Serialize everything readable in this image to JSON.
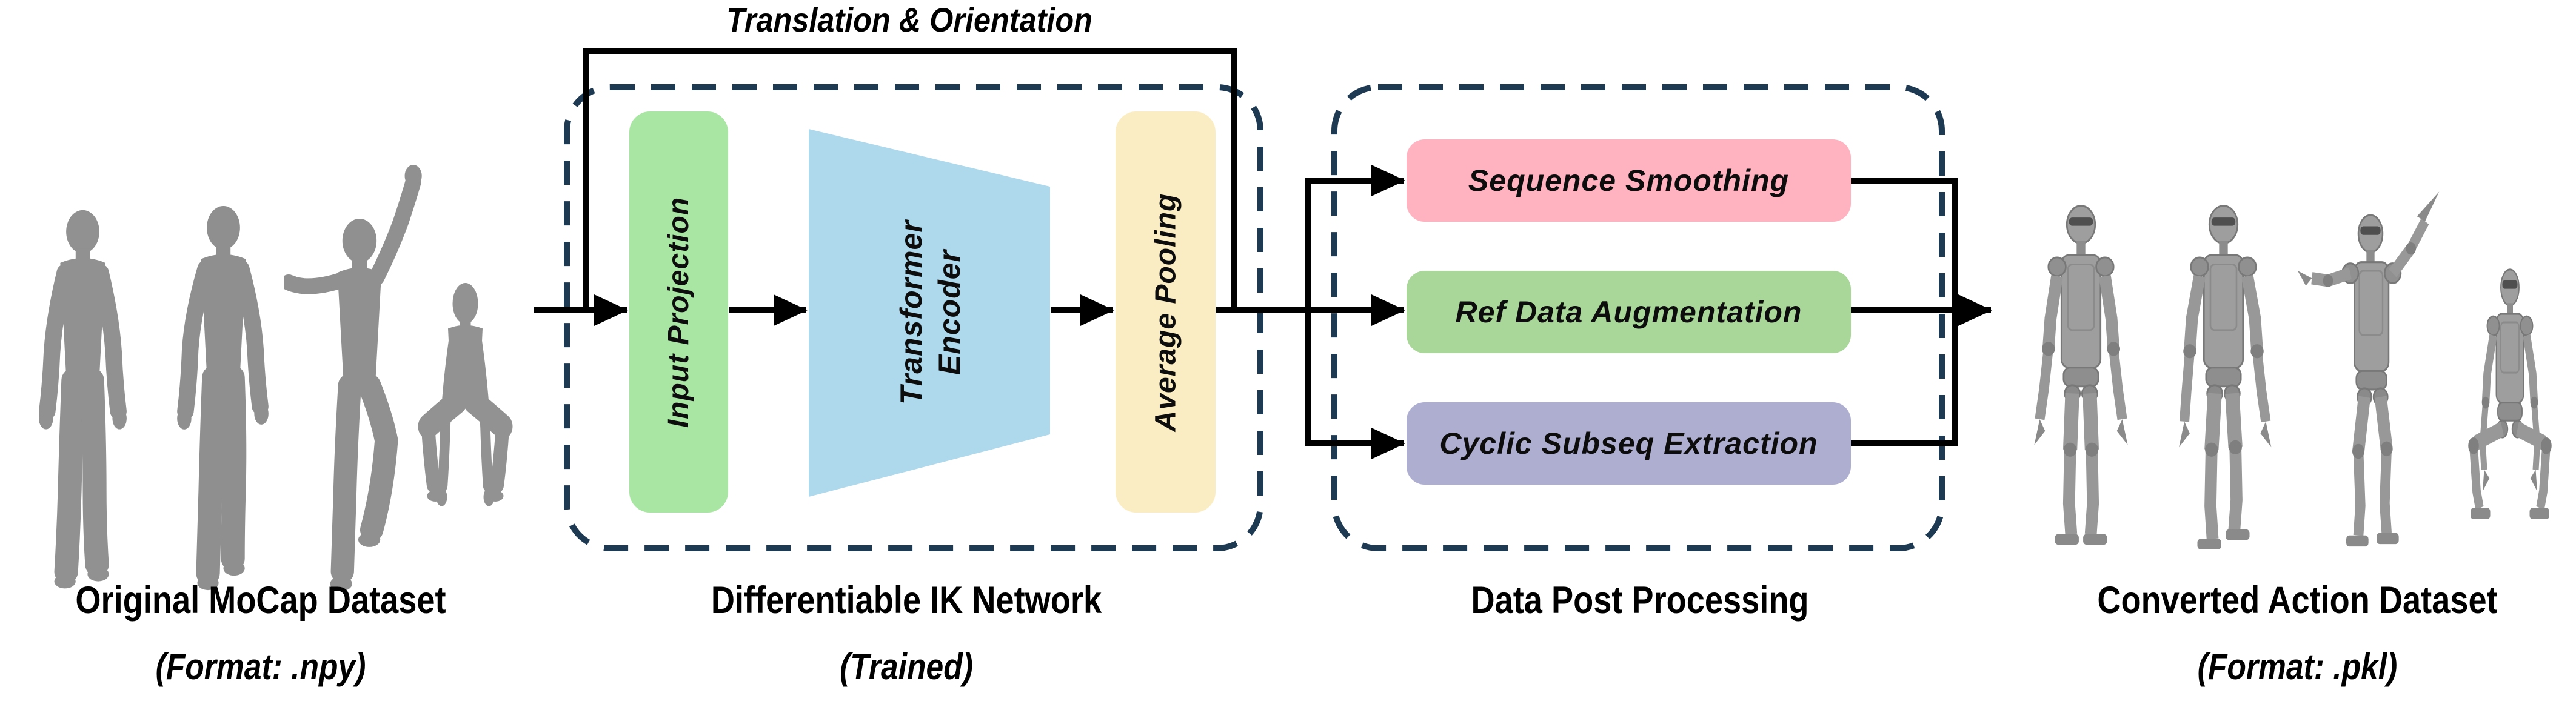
{
  "style": {
    "background": "#ffffff",
    "line_color": "#000000",
    "dashed_border_color": "#1e3a52",
    "text_color": "#000000"
  },
  "skip_connection": {
    "label": "Translation & Orientation"
  },
  "ik_network": {
    "caption": "Differentiable IK Network",
    "subcaption": "(Trained)",
    "blocks": {
      "input_projection": {
        "label": "Input Projection",
        "color": "#a9e6a3"
      },
      "transformer_encoder": {
        "label": "Transformer Encoder",
        "line1": "Transformer",
        "line2": "Encoder",
        "color": "#aed8eb"
      },
      "average_pooling": {
        "label": "Average Pooling",
        "color": "#fbedc3"
      }
    }
  },
  "post_processing": {
    "caption": "Data Post Processing",
    "blocks": {
      "sequence_smoothing": {
        "label": "Sequence Smoothing",
        "color": "#ffb2bf"
      },
      "ref_data_augmentation": {
        "label": "Ref Data Augmentation",
        "color": "#a9d699"
      },
      "cyclic_subseq_extraction": {
        "label": "Cyclic Subseq Extraction",
        "color": "#aeafd0"
      }
    }
  },
  "input_stage": {
    "caption": "Original MoCap Dataset",
    "subcaption": "(Format: .npy)",
    "figures_alt": "Four gray human body mesh poses: walking, walking, one arm raised, crouching"
  },
  "output_stage": {
    "caption": "Converted Action Dataset",
    "subcaption": "(Format: .pkl)",
    "figures_alt": "Four gray humanoid robot poses: standing, standing, one arm raised, crouching"
  }
}
